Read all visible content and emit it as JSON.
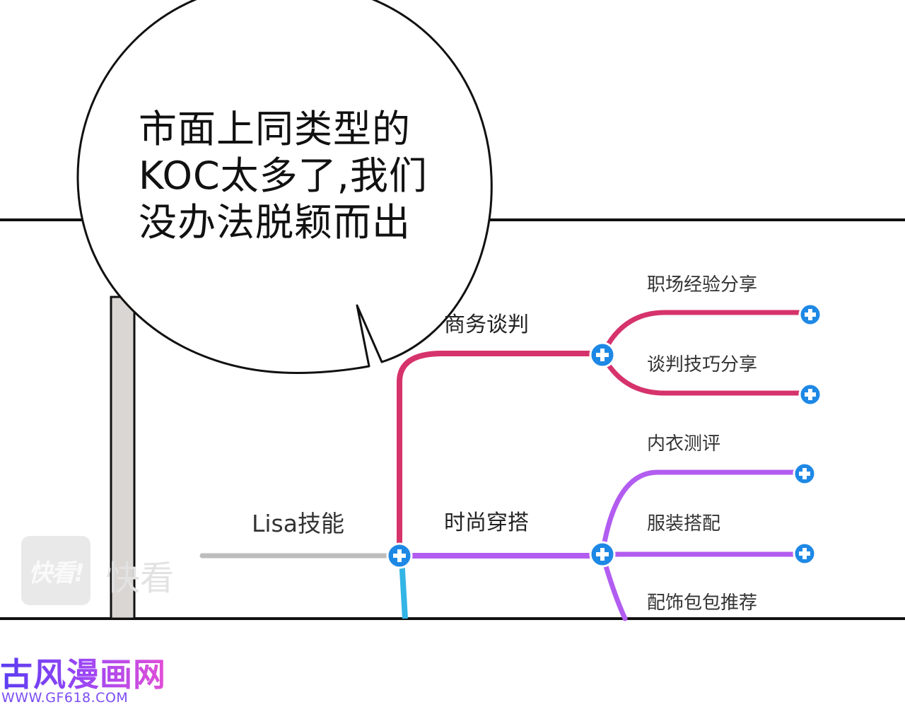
{
  "speech_bubble": {
    "lines": [
      "市面上同类型的",
      "KOC太多了,我们",
      "没办法脱颖而出"
    ]
  },
  "mind_map": {
    "root": "Lisa技能",
    "branches": [
      {
        "label": "商务谈判",
        "color": "#d6336c",
        "children": [
          "职场经验分享",
          "谈判技巧分享"
        ]
      },
      {
        "label": "时尚穿搭",
        "color": "#b25cf0",
        "children": [
          "内衣测评",
          "服装搭配",
          "配饰包包推荐"
        ]
      }
    ],
    "expand_icon": "plus-circle-icon",
    "node_color": "#1e88e5"
  },
  "watermark": {
    "logo": "快看!",
    "text": "快看"
  },
  "site": {
    "name": "古风漫画网",
    "url": "WWW.GF618.COM"
  }
}
